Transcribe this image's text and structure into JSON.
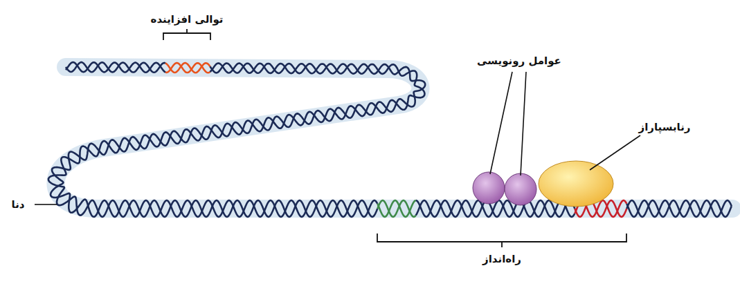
{
  "diagram": {
    "labels": [
      "توالی افزاینده",
      "عوامل رونویسی",
      "رنابسپاراز",
      "دنا",
      "راه‌انداز"
    ]
  }
}
